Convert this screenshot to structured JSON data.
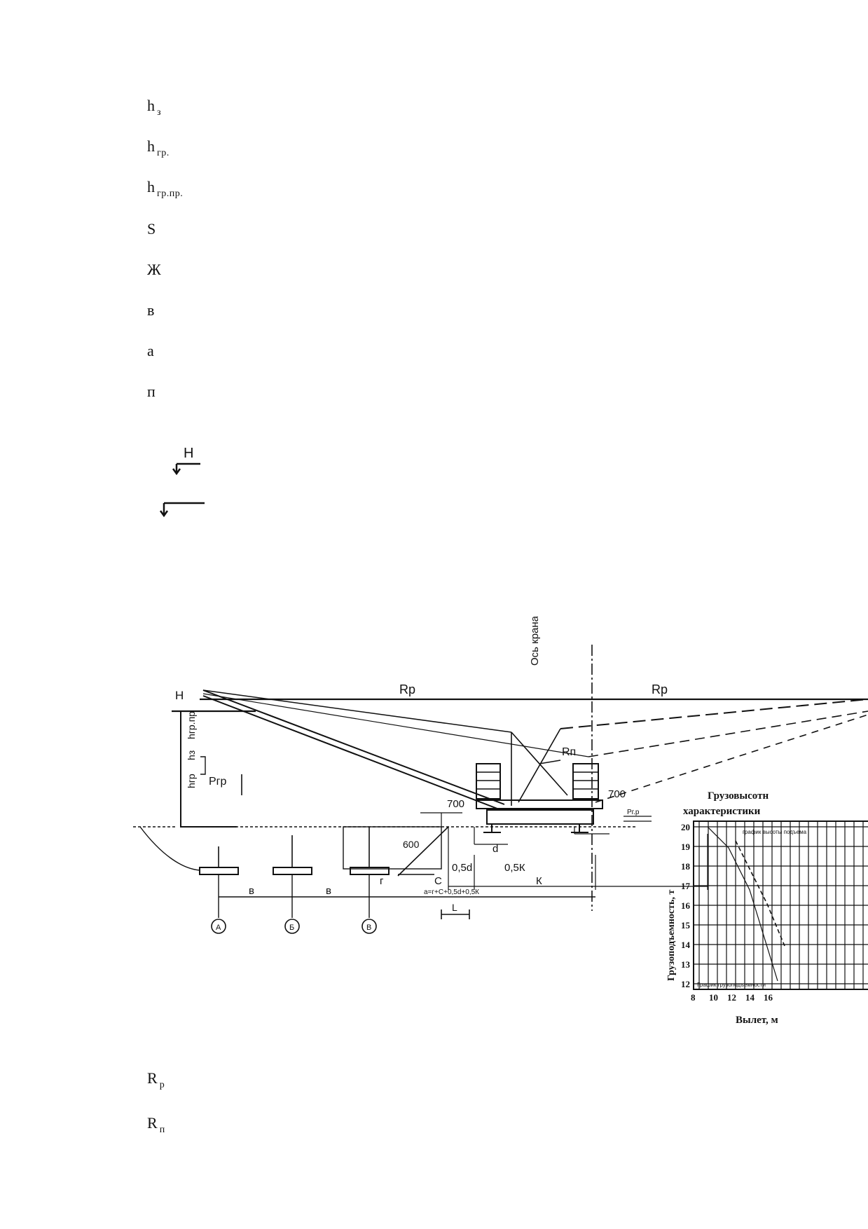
{
  "symbols": [
    {
      "base": "h",
      "sub": "з"
    },
    {
      "base": "h",
      "sub": "гр."
    },
    {
      "base": "h",
      "sub": "гр.пр."
    },
    {
      "base": "S",
      "sub": ""
    },
    {
      "base": "Ж",
      "sub": ""
    },
    {
      "base": "в",
      "sub": ""
    },
    {
      "base": "а",
      "sub": ""
    },
    {
      "base": "п",
      "sub": ""
    }
  ],
  "level_mark": {
    "label": "Н"
  },
  "figure": {
    "crane_axis_label": "Ось крана",
    "reach_left": "Rр",
    "reach_right": "Rр",
    "rn_label": "Rп",
    "h_label": "Н",
    "hz_label": "hз",
    "hgr_label": "hгр",
    "hgrpr_label": "hгр.пр",
    "prg_label": "Ргр",
    "dim_700_left": "700",
    "dim_700_right": "700",
    "dim_600": "600",
    "dim_05d": "0,5d",
    "dim_05k": "0,5К",
    "dim_d": "d",
    "dim_k": "К",
    "dim_c": "С",
    "dim_r": "г",
    "dim_l": "L",
    "dim_total": "а=г+С+0,5d+0,5К",
    "dim_b1": "в",
    "dim_b2": "в",
    "axis_a": "А",
    "axis_b": "Б",
    "axis_v": "В",
    "rpr_label": "Рг.р",
    "chart": {
      "title_line1": "Грузовысотн",
      "title_line2": "характеристики",
      "ylabel": "Грузоподъемность, т",
      "xlabel": "Вылет, м",
      "yticks": [
        "20",
        "19",
        "18",
        "17",
        "16",
        "15",
        "14",
        "13",
        "12"
      ],
      "xticks": [
        "8",
        "10",
        "12",
        "14",
        "16"
      ],
      "note_top": "график высоты подъема",
      "note_bottom": "График грузоподъемности"
    }
  },
  "reach_symbols": [
    {
      "base": "R",
      "sub": "р"
    },
    {
      "base": "R",
      "sub": "п"
    }
  ]
}
